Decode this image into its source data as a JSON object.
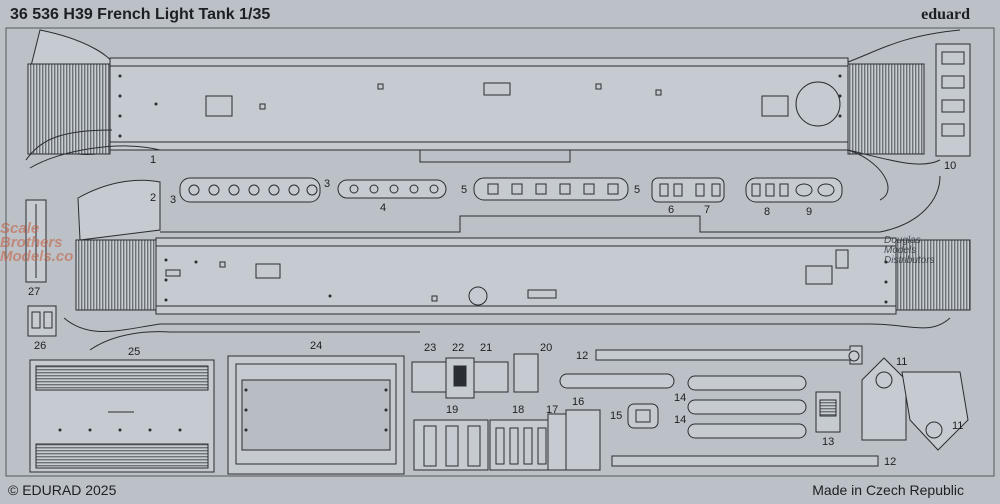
{
  "header": {
    "title": "36 536 H39 French Light Tank 1/35",
    "brand": "eduard"
  },
  "footer": {
    "copyright": "© EDURAD 2025",
    "origin": "Made in Czech Republic"
  },
  "watermarks": {
    "left": [
      "Scale",
      "Brothers",
      "Models.co"
    ],
    "right": [
      "Douglas",
      "Models",
      "Distributors"
    ]
  },
  "part_numbers": {
    "p1": "1",
    "p2": "2",
    "p3a": "3",
    "p3b": "3",
    "p4": "4",
    "p5a": "5",
    "p5b": "5",
    "p6": "6",
    "p7": "7",
    "p8": "8",
    "p9": "9",
    "p10": "10",
    "p11a": "11",
    "p11b": "11",
    "p12a": "12",
    "p12b": "12",
    "p13": "13",
    "p14a": "14",
    "p14b": "14",
    "p15": "15",
    "p16": "16",
    "p17": "17",
    "p18": "18",
    "p19": "19",
    "p20": "20",
    "p21": "21",
    "p22": "22",
    "p23": "23",
    "p24": "24",
    "p25": "25",
    "p26": "26",
    "p27": "27"
  },
  "colors": {
    "fret": "#bcc1c7",
    "part": "#c6cbd1",
    "outline": "#2a2d31",
    "grille": "#6d7277"
  }
}
